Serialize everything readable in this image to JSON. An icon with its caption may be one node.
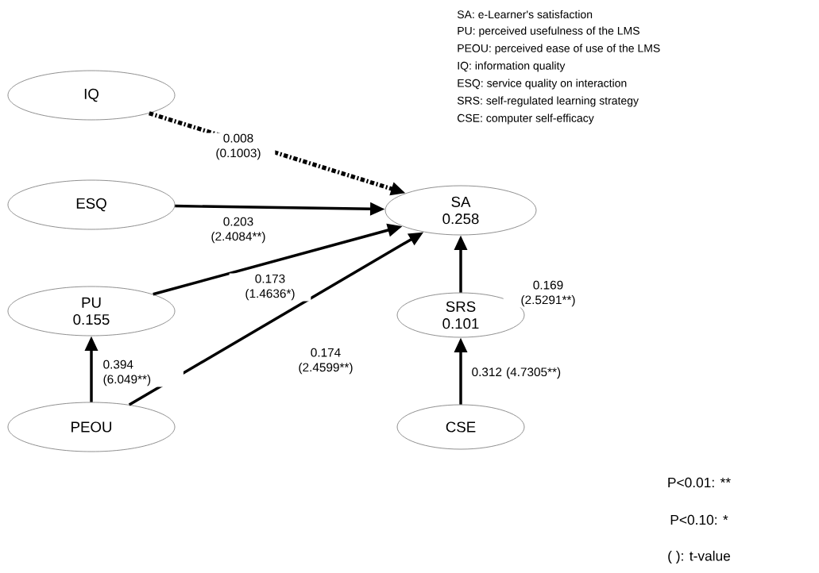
{
  "diagram": {
    "nodes": [
      {
        "text": [
          "IQ"
        ]
      },
      {
        "text": [
          "ESQ"
        ]
      },
      {
        "text": [
          "SA",
          "0.258"
        ]
      },
      {
        "text": [
          "PU",
          "0.155"
        ]
      },
      {
        "text": [
          "PEOU"
        ]
      },
      {
        "text": [
          "SRS",
          "0.101"
        ]
      },
      {
        "text": [
          "CSE"
        ]
      }
    ],
    "edges": [
      {
        "from": 0,
        "to": 2,
        "arrow": "to",
        "style": "dashed",
        "label": "0.008 (0.1003)"
      },
      {
        "from": 1,
        "to": 2,
        "arrow": "to",
        "label": "0.203 (2.4084**)"
      },
      {
        "from": 3,
        "to": 2,
        "arrow": "to",
        "label": "0.173 (1.4636*)"
      },
      {
        "from": 4,
        "to": 2,
        "arrow": "to",
        "label": "0.174 (2.4599**)"
      },
      {
        "from": 4,
        "to": 3,
        "arrow": "to",
        "label": "0.394 (6.049**)"
      },
      {
        "from": 5,
        "to": 2,
        "arrow": "to",
        "label": "0.169 (2.5291**)"
      },
      {
        "from": 6,
        "to": 5,
        "arrow": "to",
        "label": "0.312 (4.7305**)"
      }
    ],
    "labels": [
      "SA: e-Learner's satisfaction",
      "PU: perceived usefulness of the LMS",
      "PEOU: perceived ease of use of the LMS",
      "IQ: information quality",
      "ESQ: service quality on interaction",
      "SRS: self-regulated learning strategy",
      "CSE: computer self-efficacy",
      "P<0.01: **",
      "P<0.10: *",
      "( ): t-value"
    ]
  }
}
